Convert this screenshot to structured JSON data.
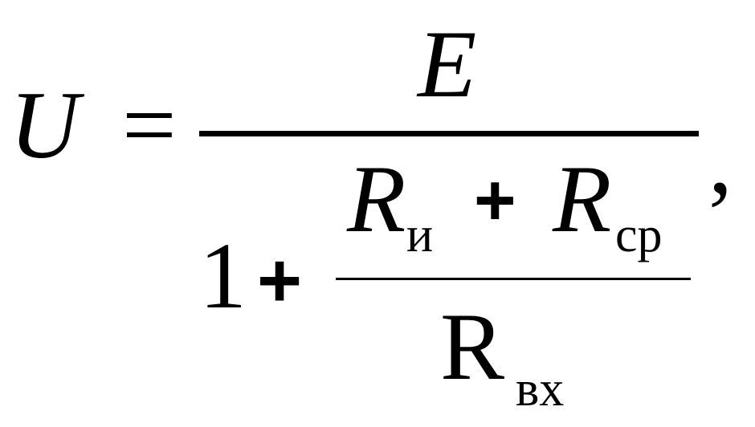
{
  "formula": {
    "lhs": "U",
    "equals": "=",
    "numerator": "E",
    "comma": ",",
    "denominator": {
      "one": "1",
      "plus": "+",
      "inner_numerator": {
        "r1": "R",
        "r1_sub": "и",
        "plus": "+",
        "r2": "R",
        "r2_sub": "ср"
      },
      "inner_denominator": {
        "r": "R",
        "r_sub": "вх"
      }
    }
  }
}
